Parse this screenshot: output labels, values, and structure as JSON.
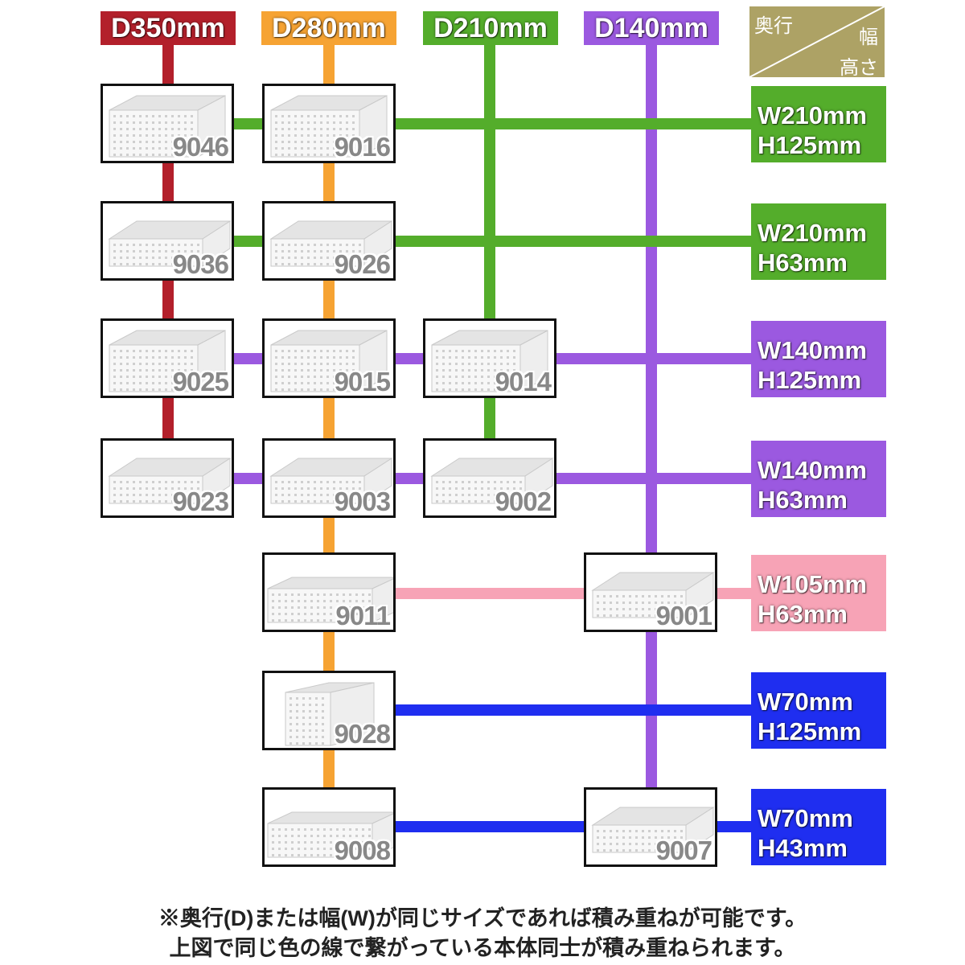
{
  "depth_headers": [
    {
      "label": "D350mm",
      "color": "#b3202b"
    },
    {
      "label": "D280mm",
      "color": "#f6a333"
    },
    {
      "label": "D210mm",
      "color": "#54ad2b"
    },
    {
      "label": "D140mm",
      "color": "#9b59e0"
    }
  ],
  "legend": {
    "top_left": "奥行",
    "top_right": "幅",
    "bottom_right": "高さ",
    "color": "#ada265"
  },
  "size_labels": [
    {
      "w": "W210mm",
      "h": "H125mm",
      "color": "#54ad2b"
    },
    {
      "w": "W210mm",
      "h": "H63mm",
      "color": "#54ad2b"
    },
    {
      "w": "W140mm",
      "h": "H125mm",
      "color": "#9b59e0"
    },
    {
      "w": "W140mm",
      "h": "H63mm",
      "color": "#9b59e0"
    },
    {
      "w": "W105mm",
      "h": "H63mm",
      "color": "#f7a3b6"
    },
    {
      "w": "W70mm",
      "h": "H125mm",
      "color": "#1f2ef0"
    },
    {
      "w": "W70mm",
      "h": "H43mm",
      "color": "#1f2ef0"
    }
  ],
  "products": {
    "p9046": "9046",
    "p9016": "9016",
    "p9036": "9036",
    "p9026": "9026",
    "p9025": "9025",
    "p9015": "9015",
    "p9014": "9014",
    "p9023": "9023",
    "p9003": "9003",
    "p9002": "9002",
    "p9011": "9011",
    "p9001": "9001",
    "p9028": "9028",
    "p9008": "9008",
    "p9007": "9007"
  },
  "notes": {
    "line1": "※奥行(D)または幅(W)が同じサイズであれば積み重ねが可能です。",
    "line2": "上図で同じ色の線で繋がっている本体同士が積み重ねられます。"
  }
}
